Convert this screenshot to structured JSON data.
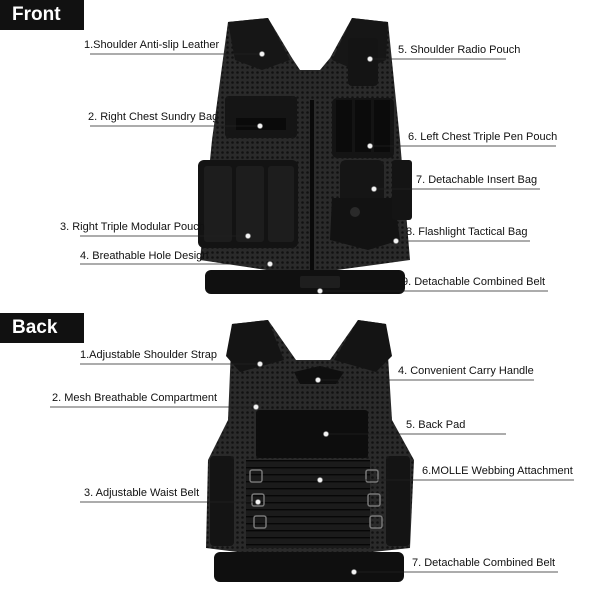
{
  "sections": {
    "front": "Front",
    "back": "Back"
  },
  "front_labels": {
    "shoulder_leather": "1.Shoulder Anti-slip Leather",
    "chest_sundry_bag": "2. Right Chest Sundry Bag",
    "triple_modular_pouch": "3. Right Triple Modular Pouch",
    "breathable_hole": "4. Breathable Hole Design",
    "radio_pouch": "5. Shoulder Radio Pouch",
    "pen_pouch": "6. Left Chest Triple Pen Pouch",
    "insert_bag": "7. Detachable Insert Bag",
    "flashlight_bag": "8. Flashlight Tactical Bag",
    "combined_belt": "9. Detachable Combined Belt"
  },
  "back_labels": {
    "shoulder_strap": "1.Adjustable Shoulder Strap",
    "mesh_compartment": "2. Mesh Breathable Compartment",
    "waist_belt": "3. Adjustable Waist Belt",
    "carry_handle": "4. Convenient Carry Handle",
    "back_pad": "5. Back Pad",
    "molle_webbing": "6.MOLLE Webbing Attachment",
    "combined_belt": "7. Detachable Combined Belt"
  },
  "colors": {
    "vest": "#1c1c1c",
    "vest_dark": "#0e0e0e",
    "mesh": "#2b2b2b",
    "tag_bg": "#111111"
  }
}
